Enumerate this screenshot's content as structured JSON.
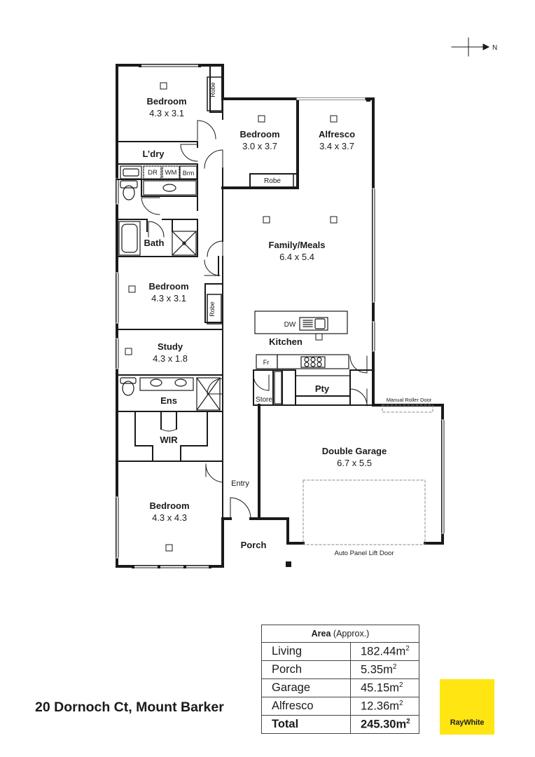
{
  "compass": {
    "label": "N"
  },
  "rooms": {
    "bed1": {
      "name": "Bedroom",
      "size": "4.3 x 3.1"
    },
    "bed2": {
      "name": "Bedroom",
      "size": "3.0 x 3.7"
    },
    "alfresco": {
      "name": "Alfresco",
      "size": "3.4 x 3.7"
    },
    "laundry": {
      "name": "L’dry"
    },
    "bath": {
      "name": "Bath"
    },
    "family": {
      "name": "Family/Meals",
      "size": "6.4 x 5.4"
    },
    "bed3": {
      "name": "Bedroom",
      "size": "4.3 x 3.1"
    },
    "kitchen": {
      "name": "Kitchen"
    },
    "study": {
      "name": "Study",
      "size": "4.3 x 1.8"
    },
    "pantry": {
      "name": "Pty"
    },
    "store": {
      "name": "Store"
    },
    "ens": {
      "name": "Ens"
    },
    "wir": {
      "name": "WIR"
    },
    "garage": {
      "name": "Double Garage",
      "size": "6.7 x 5.5"
    },
    "entry": {
      "name": "Entry"
    },
    "bed4": {
      "name": "Bedroom",
      "size": "4.3 x 4.3"
    },
    "porch": {
      "name": "Porch"
    }
  },
  "fixtures": {
    "robe_top": "Robe",
    "robe_bed2": "Robe",
    "robe_bed3": "Robe",
    "dryer": "DR",
    "washer": "WM",
    "broom": "Brm",
    "dishwasher": "DW",
    "fridge": "Fr"
  },
  "annotations": {
    "roller_door": "Manual Roller Door",
    "lift_door": "Auto Panel Lift Door"
  },
  "area_table": {
    "header_bold": "Area",
    "header_rest": " (Approx.)",
    "unit_sup": "2",
    "rows": [
      {
        "name": "Living",
        "value": "182.44m"
      },
      {
        "name": "Porch",
        "value": "5.35m"
      },
      {
        "name": "Garage",
        "value": "45.15m"
      },
      {
        "name": "Alfresco",
        "value": "12.36m"
      }
    ],
    "total": {
      "name": "Total",
      "value": "245.30m"
    }
  },
  "address": "20 Dornoch Ct, Mount Barker",
  "logo": {
    "text": "RayWhite"
  }
}
